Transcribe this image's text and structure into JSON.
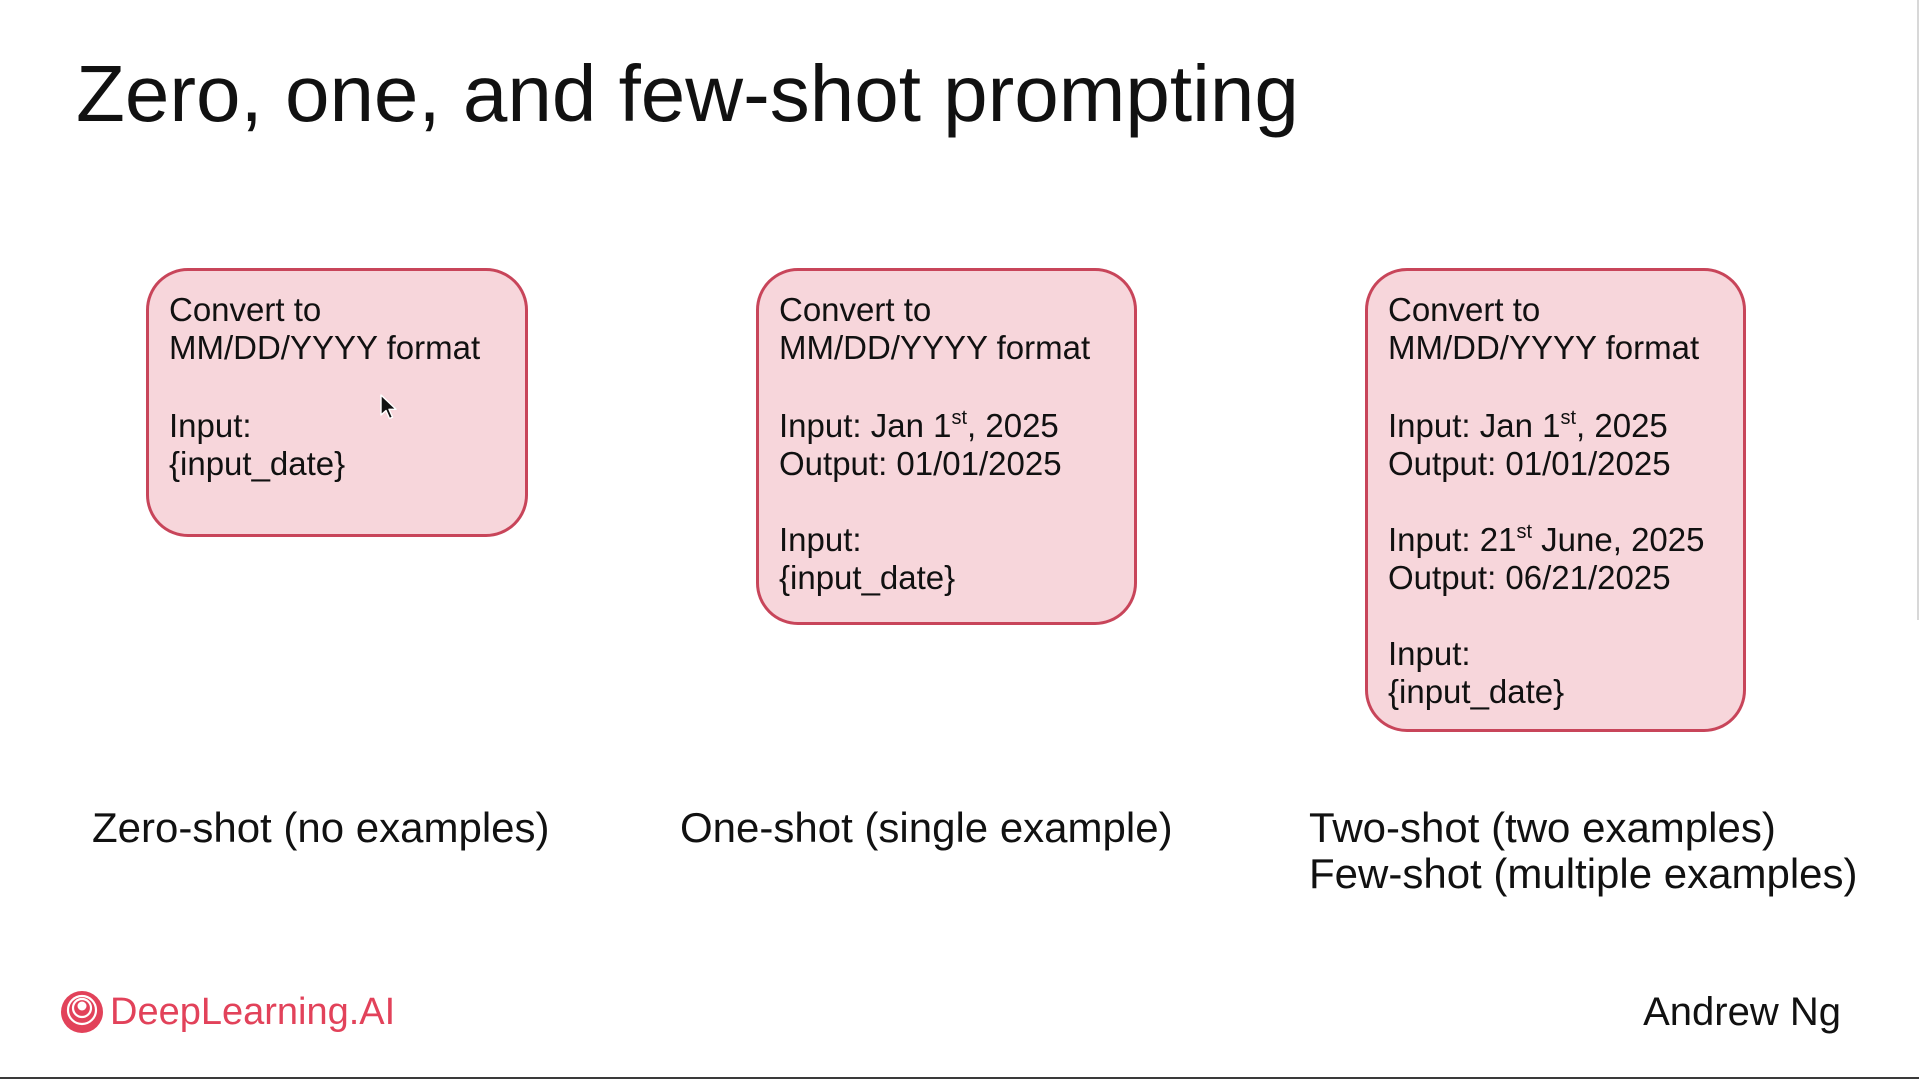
{
  "slide": {
    "title": "Zero, one, and few-shot prompting",
    "author": "Andrew Ng",
    "brand": "DeepLearning.AI",
    "brand_color": "#e2425a",
    "box_fill": "#f7d6db",
    "box_border": "#c8455a"
  },
  "zero_shot": {
    "instruction_1": "Convert to",
    "instruction_2": "MM/DD/YYYY format",
    "input_label": "Input:",
    "input_value": "{input_date}",
    "caption": "Zero-shot (no examples)"
  },
  "one_shot": {
    "instruction_1": "Convert to",
    "instruction_2": "MM/DD/YYYY format",
    "ex1_input_prefix": "Input: Jan 1",
    "ex1_input_sup": "st",
    "ex1_input_suffix": ", 2025",
    "ex1_output": "Output: 01/01/2025",
    "input_label": "Input:",
    "input_value": "{input_date}",
    "caption": "One-shot (single example)"
  },
  "few_shot": {
    "instruction_1": "Convert to",
    "instruction_2": "MM/DD/YYYY format",
    "ex1_input_prefix": "Input: Jan 1",
    "ex1_input_sup": "st",
    "ex1_input_suffix": ", 2025",
    "ex1_output": "Output: 01/01/2025",
    "ex2_input_prefix": "Input: 21",
    "ex2_input_sup": "st",
    "ex2_input_suffix": " June, 2025",
    "ex2_output": "Output: 06/21/2025",
    "input_label": "Input:",
    "input_value": "{input_date}",
    "caption_1": "Two-shot (two examples)",
    "caption_2": "Few-shot (multiple examples)"
  },
  "icons": {
    "cursor": "mouse-pointer-icon",
    "logo": "deeplearning-ai-logo-icon"
  }
}
